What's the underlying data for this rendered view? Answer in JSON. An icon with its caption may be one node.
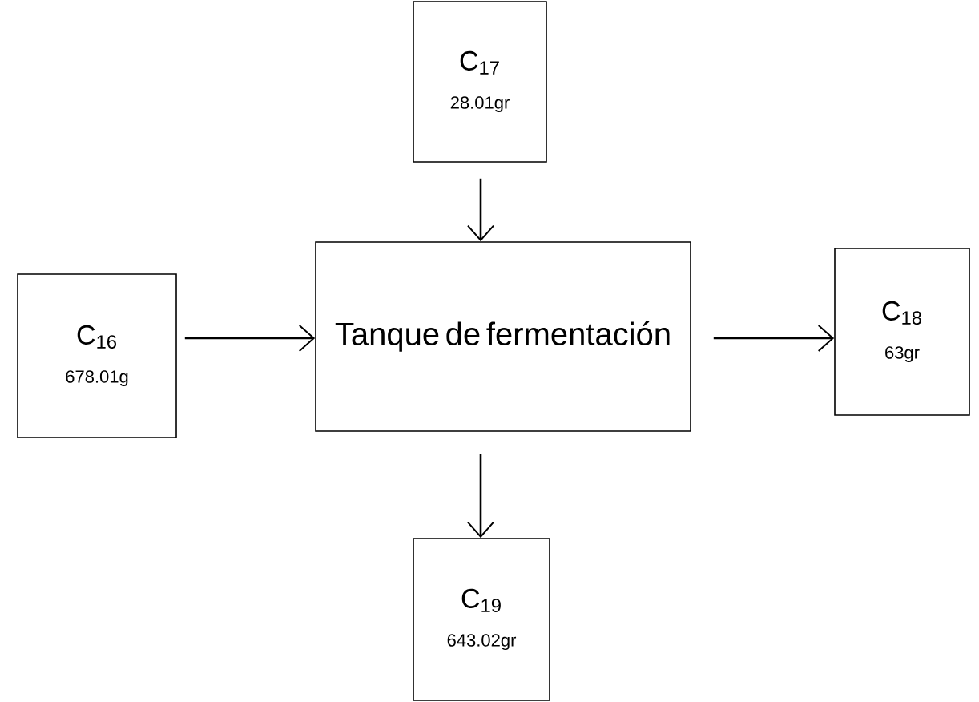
{
  "diagram": {
    "nodes": [
      {
        "text": [
          "C$_{17}$",
          "28.01gr"
        ]
      },
      {
        "text": [
          "C$_{16}$",
          "678.01g"
        ]
      },
      {
        "text": [
          "Tanque de fermentación"
        ]
      },
      {
        "text": [
          "C$_{18}$",
          "63gr"
        ]
      },
      {
        "text": [
          "C$_{19}$",
          "643.02gr"
        ]
      }
    ],
    "edges": [
      {
        "from": 0,
        "to": 2,
        "arrow": "to"
      },
      {
        "from": 1,
        "to": 2,
        "arrow": "to"
      },
      {
        "from": 2,
        "to": 3,
        "arrow": "to"
      },
      {
        "from": 2,
        "to": 4,
        "arrow": "to"
      }
    ]
  }
}
